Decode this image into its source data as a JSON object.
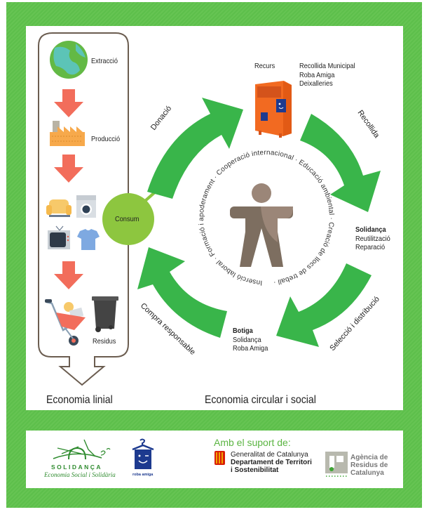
{
  "linear": {
    "steps": [
      {
        "label": "Extracció",
        "icon": "globe-icon"
      },
      {
        "label": "Producció",
        "icon": "factory-icon"
      },
      {
        "label": "Residus",
        "icon": "trash-bin-icon"
      }
    ],
    "consum_label": "Consum",
    "title": "Economia linial"
  },
  "circular": {
    "title": "Economia circular i social",
    "arrows": [
      {
        "label": "Donació"
      },
      {
        "label": "Recollida"
      },
      {
        "label": "Selecció i distribució"
      },
      {
        "label": "Compra responsable"
      }
    ],
    "nodes": {
      "recurs": {
        "title": "Recurs",
        "items": [
          "Recollida Municipal",
          "Roba Amiga",
          "Deixalleries"
        ]
      },
      "solidanca": {
        "title": "Solidança",
        "items": [
          "Reutilització",
          "Reparació"
        ]
      },
      "botiga": {
        "title": "Botiga",
        "items": [
          "Solidança",
          "Roba Amiga"
        ]
      }
    },
    "ring_text": "Inserció laboral · Formació i apoderament · Cooperació internacional · Educació ambiental · Creació de llocs de treball ·"
  },
  "footer": {
    "solidanca_logo": {
      "name": "SOLIDANÇA",
      "tagline": "Economia Social i Solidària"
    },
    "roba_amiga_logo": {
      "name": "roba amiga"
    },
    "support_label": "Amb el suport de:",
    "generalitat": {
      "line1": "Generalitat de Catalunya",
      "line2": "Departament de Territori",
      "line3": "i Sostenibilitat"
    },
    "agencia": {
      "line1": "Agència de",
      "line2": "Residus de",
      "line3": "Catalunya"
    }
  },
  "colors": {
    "frame_green": "#5dbf4b",
    "arrow_green": "#39b54a",
    "consum_green": "#8dc63f",
    "linear_arrow": "#f26d5b",
    "person": "#7d6e60",
    "bin_orange": "#f26a21",
    "roba_blue": "#1d3a8f"
  }
}
